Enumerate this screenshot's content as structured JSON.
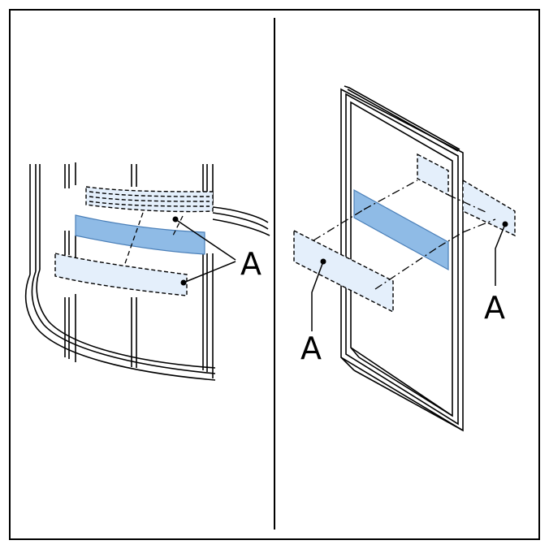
{
  "colors": {
    "frame": "#000000",
    "band_solid": "#8fbbe6",
    "band_solid_stroke": "#4a7fb8",
    "band_light": "#e4effb",
    "background": "#ffffff"
  },
  "left_panel": {
    "callout_label": "A"
  },
  "right_panel": {
    "callout_left_label": "A",
    "callout_right_label": "A"
  }
}
